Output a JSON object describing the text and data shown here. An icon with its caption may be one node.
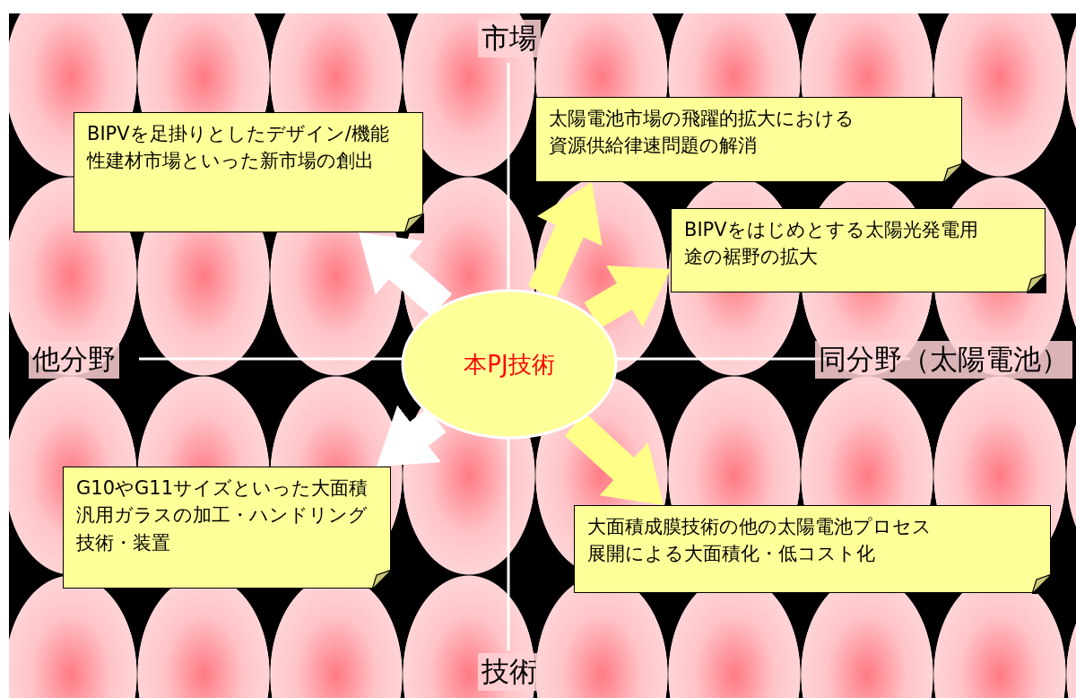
{
  "diagram": {
    "nodes": [
      {
        "text": [
          "BIPVを足掛りとしたデザイン/機能性建材市場といった新市場の創出"
        ]
      },
      {
        "text": [
          "太陽電池市場の飛躍的拡大における資源供給律速問題の解消"
        ]
      },
      {
        "text": [
          "BIPVをはじめとする太陽光発電用途の裾野の拡大"
        ]
      },
      {
        "text": [
          "本PJ技術"
        ]
      },
      {
        "text": [
          "G10やG11サイズといった大面積汎用ガラスの加工・ハンドリング技術・装置"
        ]
      },
      {
        "text": [
          "大面積成膜技術の他の太陽電池プロセス展開による大面積化・低コスト化"
        ]
      }
    ],
    "edges": [
      {
        "from": 3,
        "to": 0,
        "arrow": "to",
        "color": "#ffffff"
      },
      {
        "from": 3,
        "to": 1,
        "arrow": "to"
      },
      {
        "from": 3,
        "to": 2,
        "arrow": "to"
      },
      {
        "from": 3,
        "to": 4,
        "arrow": "to",
        "color": "#ffffff"
      },
      {
        "from": 3,
        "to": 5,
        "arrow": "to"
      }
    ],
    "labels": [
      "市場",
      "他分野",
      "同分野（太陽電池）",
      "技術"
    ]
  }
}
